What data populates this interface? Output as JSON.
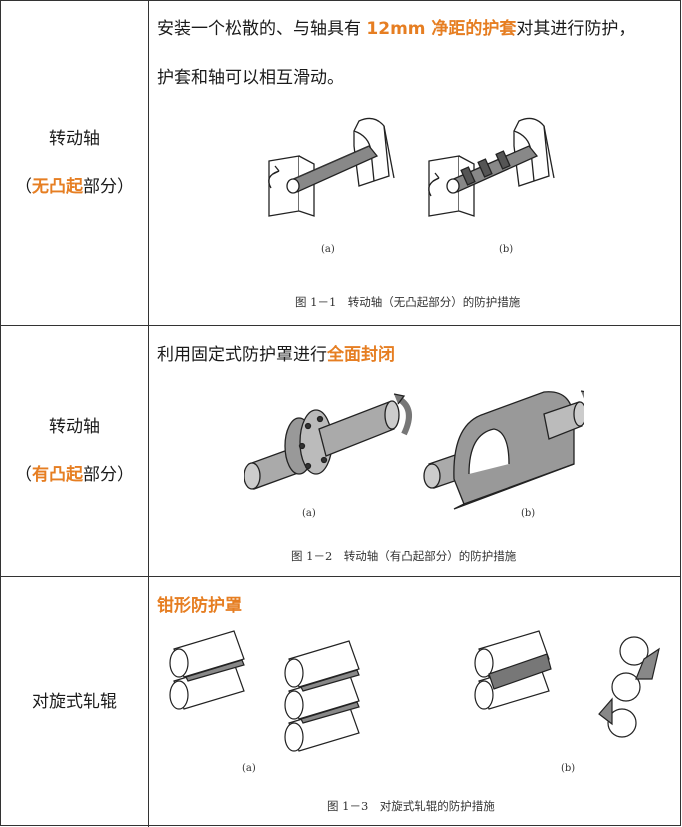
{
  "rows": [
    {
      "label_main": "转动轴",
      "label_open": "（",
      "label_highlight": "无凸起",
      "label_rest": "部分）",
      "desc_line1_a": "安装一个松散的、与轴具有 ",
      "desc_line1_hl": "12mm 净距的护套",
      "desc_line1_b": "对其进行防护，",
      "desc_line2": "护套和轴可以相互滑动。",
      "sub_a": "(a)",
      "sub_b": "(b)",
      "caption": "图 1－1　转动轴（无凸起部分）的防护措施"
    },
    {
      "label_main": "转动轴",
      "label_open": "（",
      "label_highlight": "有凸起",
      "label_rest": "部分）",
      "desc_a": "利用固定式防护罩进行",
      "desc_hl": "全面封闭",
      "sub_a": "(a)",
      "sub_b": "(b)",
      "caption": "图 1－2　转动轴（有凸起部分）的防护措施"
    },
    {
      "label_main": "对旋式轧辊",
      "desc_hl": "钳形防护罩",
      "sub_a": "(a)",
      "sub_b": "(b)",
      "caption": "图 1－3　对旋式轧辊的防护措施"
    }
  ],
  "colors": {
    "highlight": "#e67e22",
    "border": "#333333"
  }
}
